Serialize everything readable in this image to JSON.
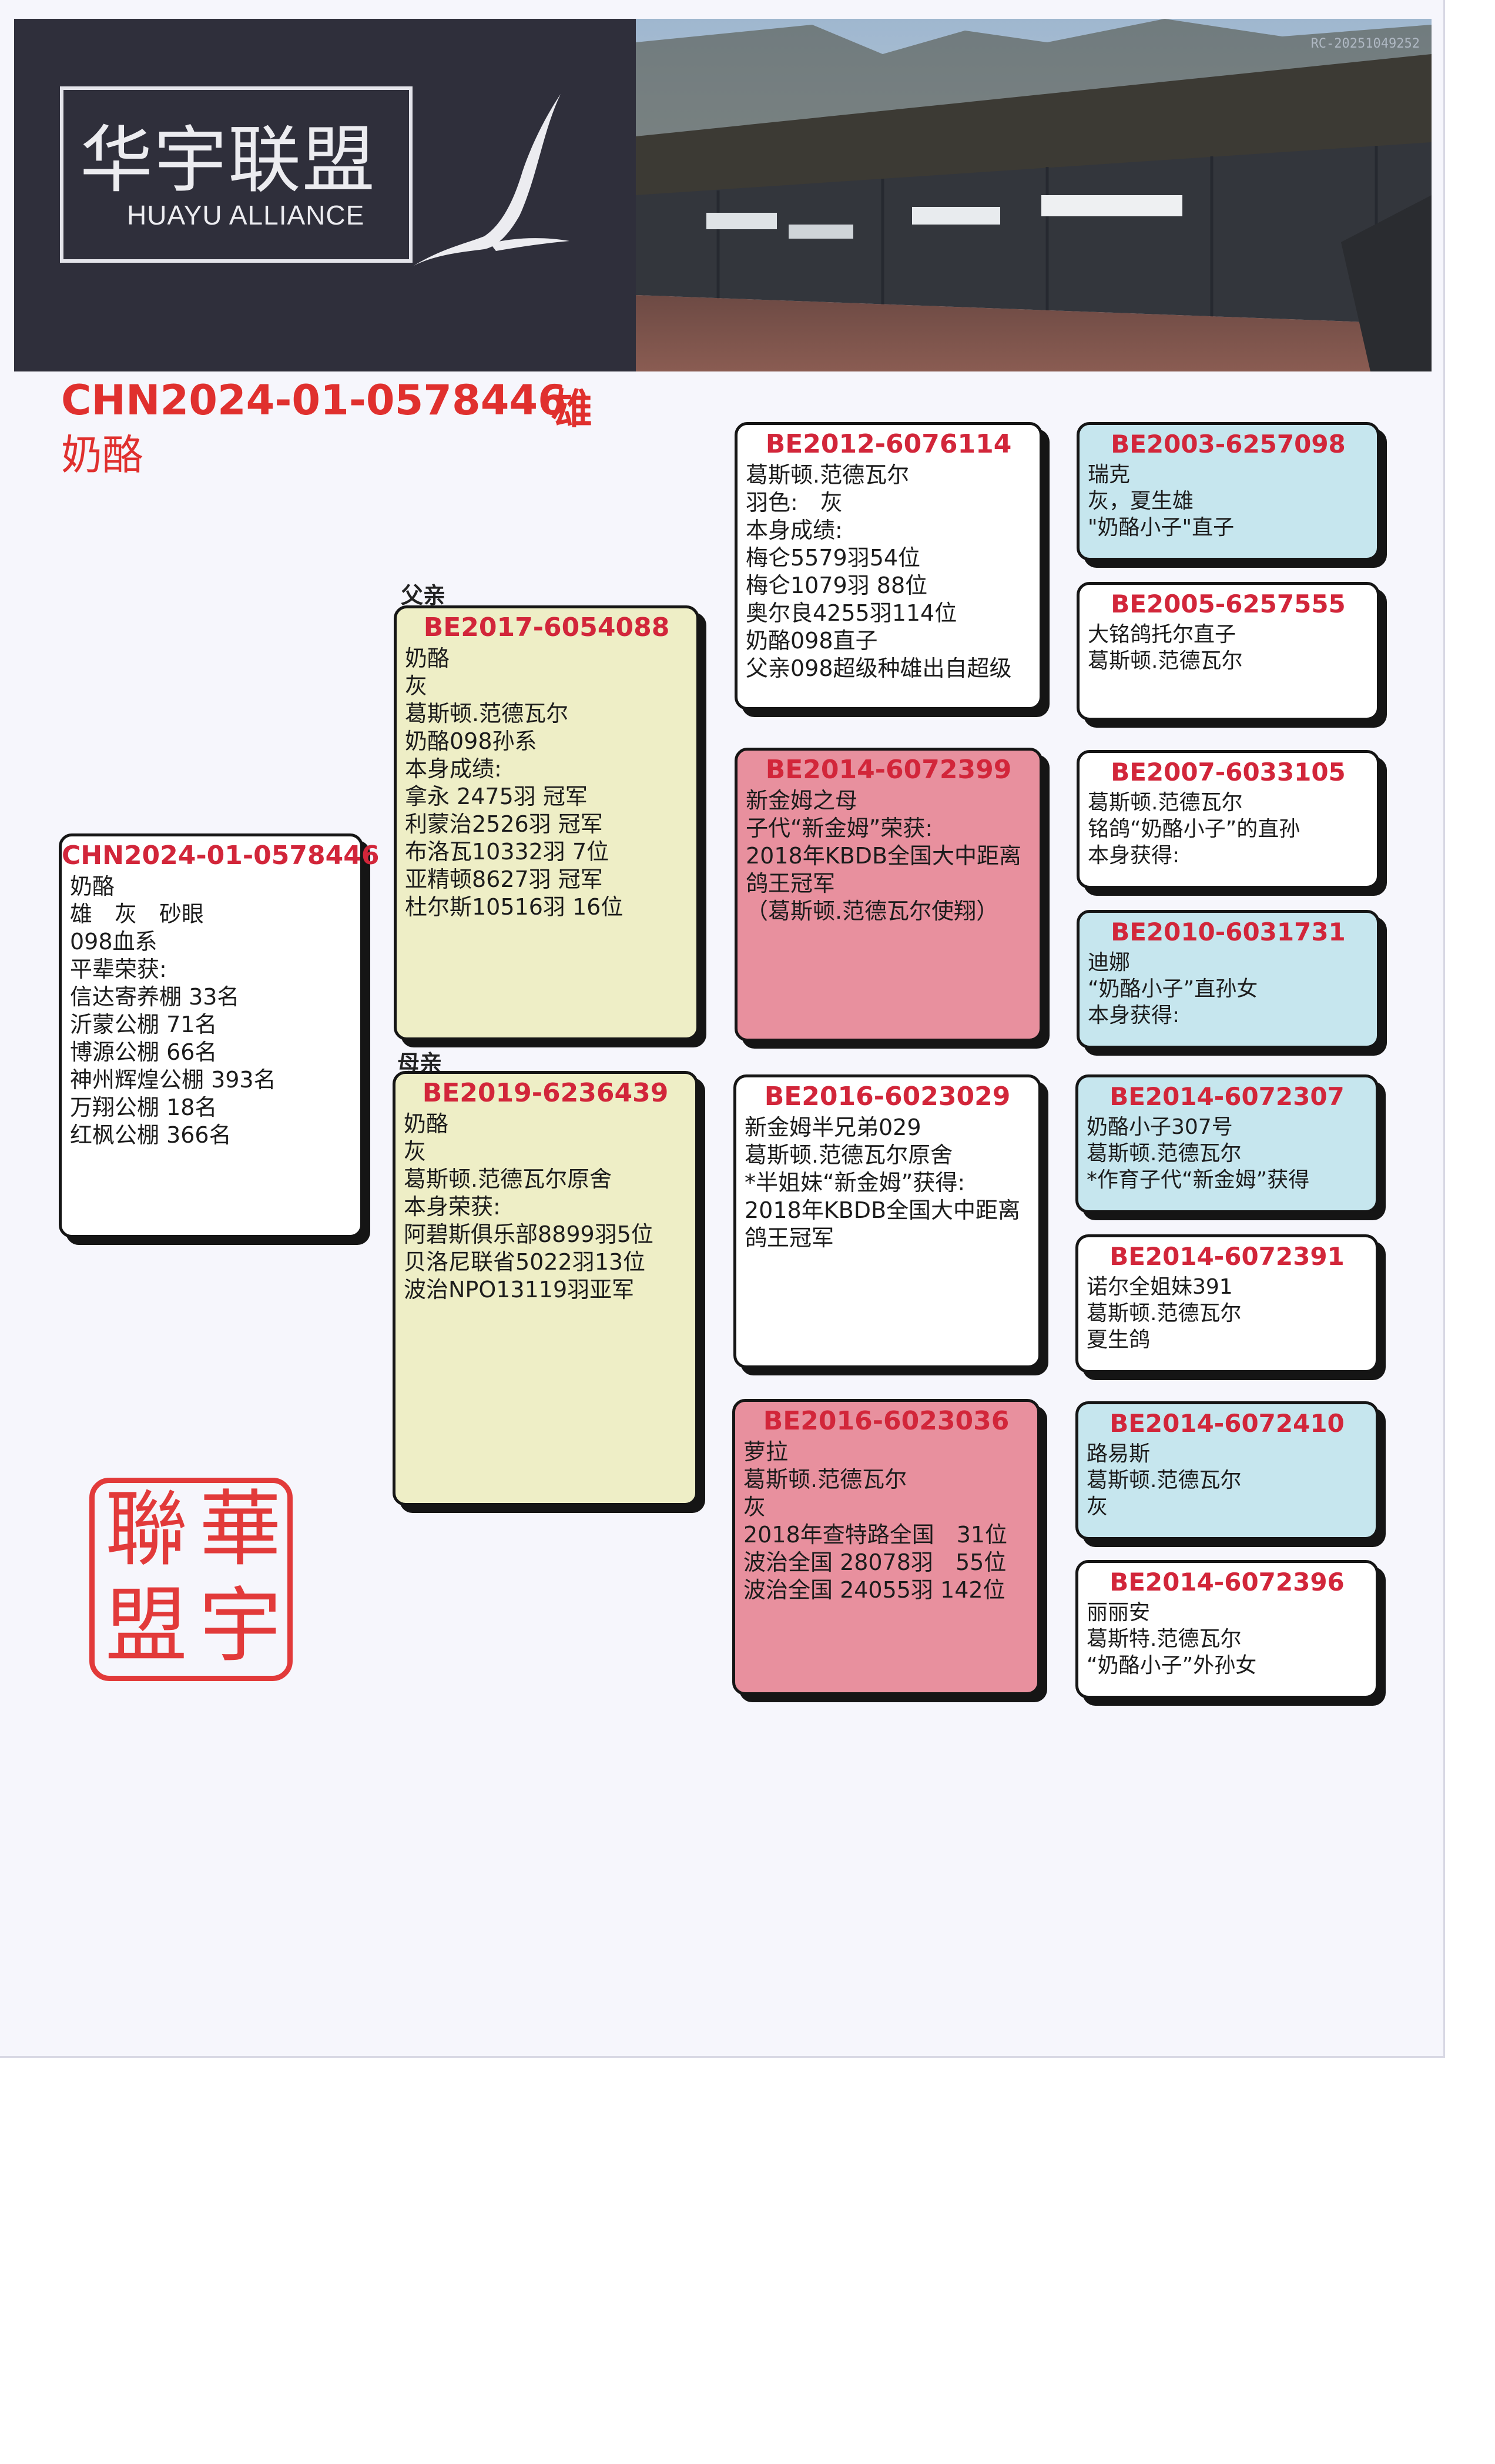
{
  "banner": {
    "logo_cn": "华宇联盟",
    "logo_en": "HUAYU ALLIANCE",
    "photo_code": "RC-20251049252",
    "logo_icon": "bird-icon"
  },
  "subject": {
    "ring": "CHN2024-01-0578446",
    "sex": "雄",
    "name": "奶酪"
  },
  "labels": {
    "sire": "父亲",
    "dam": "母亲"
  },
  "pedigree": {
    "subject": {
      "ring": "CHN2024-01-0578446",
      "lines": [
        "奶酪",
        "雄　灰　砂眼",
        "098血系",
        "平辈荣获:",
        "信达寄养棚 33名",
        "沂蒙公棚 71名",
        "博源公棚 66名",
        "神州辉煌公棚 393名",
        "万翔公棚 18名",
        "红枫公棚 366名"
      ]
    },
    "sire": {
      "ring": "BE2017-6054088",
      "lines": [
        "奶酪",
        "灰",
        "葛斯顿.范德瓦尔",
        "奶酪098孙系",
        "本身成绩:",
        " 拿永 2475羽 冠军",
        "利蒙治2526羽 冠军",
        "布洛瓦10332羽 7位",
        "亚精顿8627羽 冠军",
        "杜尔斯10516羽 16位"
      ]
    },
    "dam": {
      "ring": "BE2019-6236439",
      "lines": [
        "奶酪",
        "灰",
        "葛斯顿.范德瓦尔原舍",
        "本身荣获:",
        "阿碧斯俱乐部8899羽5位",
        "贝洛尼联省5022羽13位",
        "波治NPO13119羽亚军"
      ]
    },
    "ss": {
      "ring": "BE2012-6076114",
      "lines": [
        "葛斯顿.范德瓦尔",
        "羽色:　灰",
        "本身成绩:",
        "梅仑5579羽54位",
        "梅仑1079羽 88位",
        "奥尔良4255羽114位",
        "奶酪098直子",
        "父亲098超级种雄出自超级"
      ]
    },
    "sd": {
      "ring": "BE2014-6072399",
      "lines": [
        "新金姆之母",
        "子代“新金姆”荣获:",
        "2018年KBDB全国大中距离",
        "鸽王冠军",
        "（葛斯顿.范德瓦尔使翔）"
      ]
    },
    "ds": {
      "ring": "BE2016-6023029",
      "lines": [
        "新金姆半兄弟029",
        "葛斯顿.范德瓦尔原舍",
        "*半姐妹“新金姆”获得:",
        "2018年KBDB全国大中距离",
        "鸽王冠军"
      ]
    },
    "dd": {
      "ring": "BE2016-6023036",
      "lines": [
        "萝拉",
        "葛斯顿.范德瓦尔",
        "灰",
        "2018年查特路全国　31位",
        "波治全国 28078羽　55位",
        "波治全国 24055羽 142位"
      ]
    },
    "sss": {
      "ring": "BE2003-6257098",
      "lines": [
        "瑞克",
        "灰，夏生雄",
        "\"奶酪小子\"直子"
      ]
    },
    "ssd": {
      "ring": "BE2005-6257555",
      "lines": [
        "大铭鸽托尔直子",
        "葛斯顿.范德瓦尔"
      ]
    },
    "sds": {
      "ring": "BE2007-6033105",
      "lines": [
        "葛斯顿.范德瓦尔",
        "铭鸽“奶酪小子”的直孙",
        "本身获得:"
      ]
    },
    "sdd": {
      "ring": "BE2010-6031731",
      "lines": [
        "迪娜",
        " “奶酪小子”直孙女",
        "本身获得:"
      ]
    },
    "dss": {
      "ring": "BE2014-6072307",
      "lines": [
        "奶酪小子307号",
        "葛斯顿.范德瓦尔",
        "*作育子代“新金姆”获得"
      ]
    },
    "dsd": {
      "ring": "BE2014-6072391",
      "lines": [
        "诺尔全姐妹391",
        "葛斯顿.范德瓦尔",
        "夏生鸽"
      ]
    },
    "dds": {
      "ring": "BE2014-6072410",
      "lines": [
        "路易斯",
        "葛斯顿.范德瓦尔",
        "灰"
      ]
    },
    "ddd": {
      "ring": "BE2014-6072396",
      "lines": [
        "丽丽安",
        "葛斯特.范德瓦尔",
        " “奶酪小子”外孙女"
      ]
    }
  },
  "seal": {
    "chars": [
      "華",
      "宇",
      "聯",
      "盟"
    ]
  }
}
